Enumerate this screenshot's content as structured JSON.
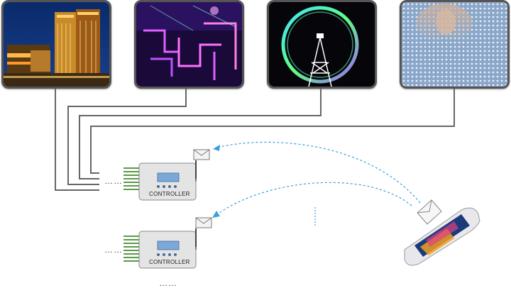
{
  "photos": [
    {
      "id": "building",
      "icon": "building-lights-photo"
    },
    {
      "id": "facade",
      "icon": "facade-led-photo"
    },
    {
      "id": "ferris",
      "icon": "ferris-wheel-photo"
    },
    {
      "id": "screen",
      "icon": "led-screen-photo"
    }
  ],
  "controllers": [
    {
      "label": "CONTROLLER",
      "ports_dots": "……"
    },
    {
      "label": "CONTROLLER",
      "ports_dots": "……"
    }
  ],
  "more_dots": "……",
  "colors": {
    "wire": "#666666",
    "signal": "#3aa0dc",
    "panel": "#7aa8d8"
  }
}
